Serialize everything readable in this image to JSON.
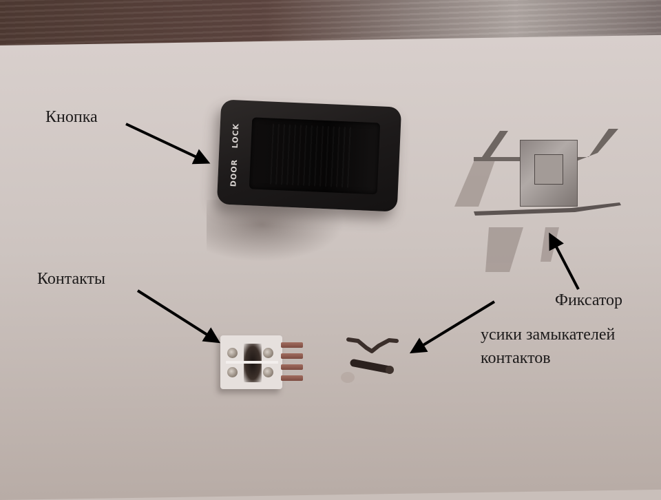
{
  "image": {
    "description": "Photo of a disassembled car door lock rocker switch on white paper with Russian annotation labels and arrows",
    "labels": {
      "button": "Кнопка",
      "contacts": "Контакты",
      "retainer": "Фиксатор",
      "closer_tabs_line1": "усики замыкателей",
      "closer_tabs_line2": "контактов"
    },
    "switch_markings": {
      "word1": "DOOR",
      "word2": "LOCK"
    }
  },
  "colors": {
    "paper": "#d4cbc7",
    "wood": "#5a433c",
    "switch": "#1d1a1a",
    "text": "#1c1a1a",
    "arrow": "#000000",
    "copper_pins": "#8e5b4f"
  }
}
